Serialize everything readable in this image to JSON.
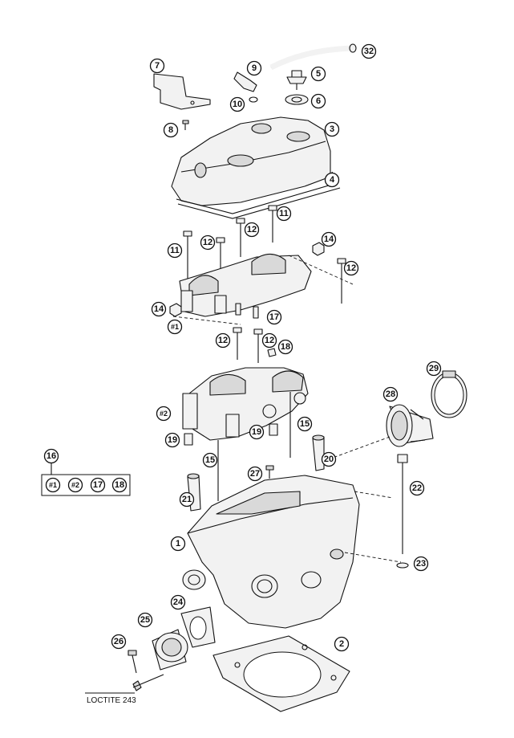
{
  "callouts": {
    "c1": "1",
    "c2": "2",
    "c3": "3",
    "c4": "4",
    "c5": "5",
    "c6": "6",
    "c7": "7",
    "c8": "8",
    "c9": "9",
    "c10": "10",
    "c11a": "11",
    "c11b": "11",
    "c12a": "12",
    "c12b": "12",
    "c12c": "12",
    "c12d": "12",
    "c12e": "12",
    "c14a": "14",
    "c14b": "14",
    "c15a": "15",
    "c15b": "15",
    "c16": "16",
    "c17": "17",
    "c18": "18",
    "c19a": "19",
    "c19b": "19",
    "c20": "20",
    "c21": "21",
    "c22": "22",
    "c23": "23",
    "c24": "24",
    "c25": "25",
    "c26": "26",
    "c27": "27",
    "c28": "28",
    "c29": "29",
    "c32": "32",
    "m1a": "#1",
    "m1b": "#1",
    "m2a": "#2",
    "m2b": "#2",
    "k17": "17",
    "k18": "18"
  },
  "note": {
    "loctite": "LOCTITE 243"
  }
}
